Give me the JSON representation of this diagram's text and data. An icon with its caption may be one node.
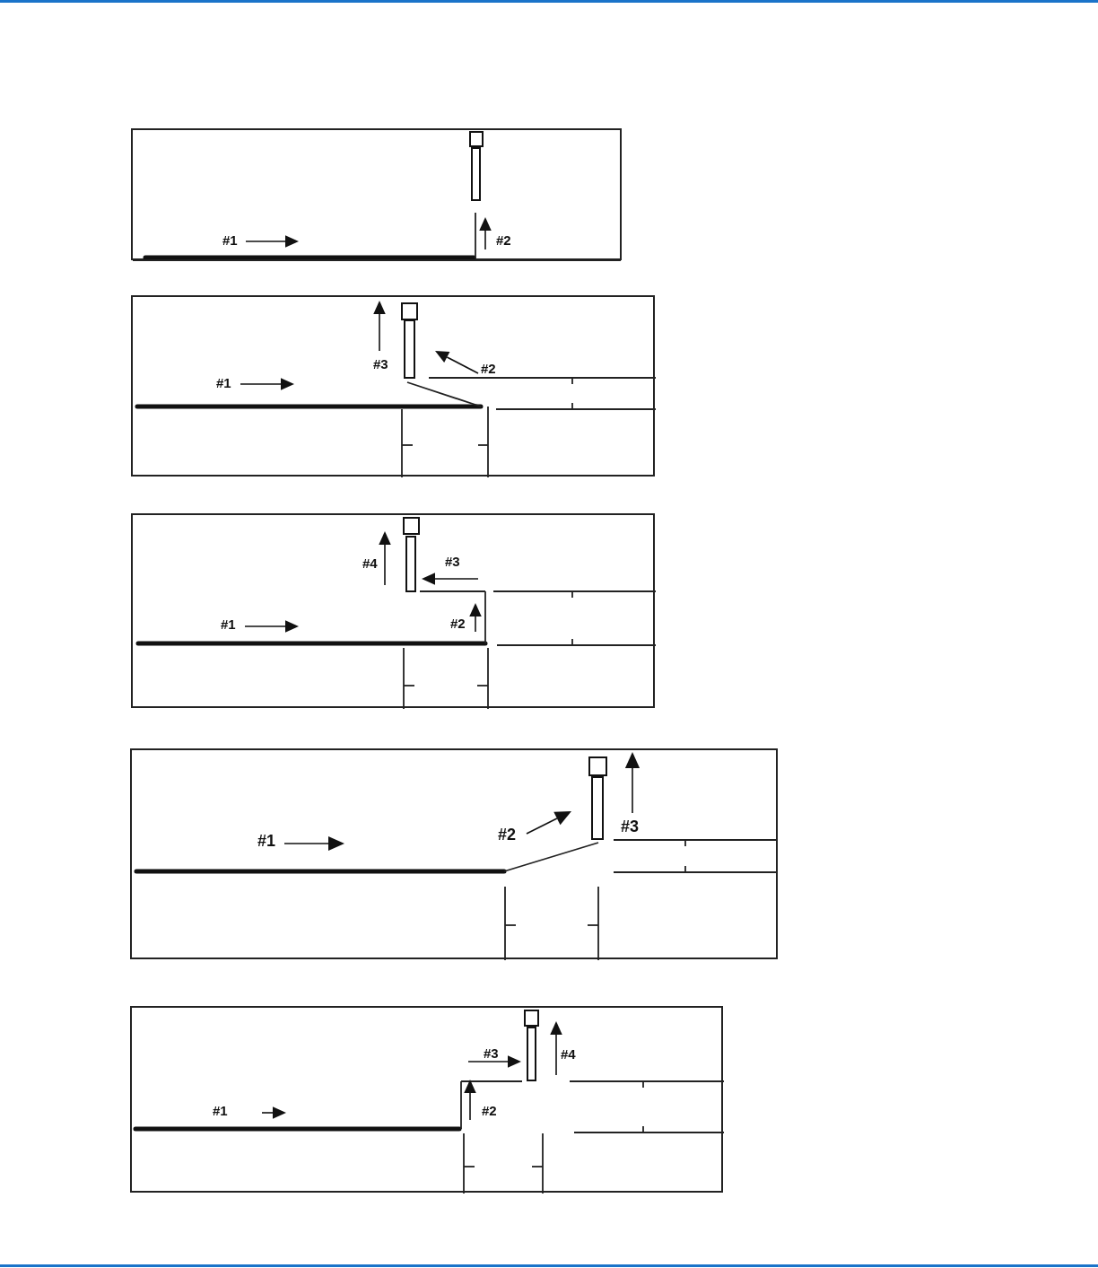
{
  "diagram": {
    "nodes": [
      {
        "text": [
          "#1",
          "#2"
        ]
      },
      {
        "text": [
          "#1",
          "#2",
          "#3"
        ]
      },
      {
        "text": [
          "#1",
          "#2",
          "#3",
          "#4"
        ]
      },
      {
        "text": [
          "#1",
          "#2",
          "#3"
        ]
      },
      {
        "text": [
          "#1",
          "#2",
          "#3",
          "#4"
        ]
      }
    ]
  }
}
